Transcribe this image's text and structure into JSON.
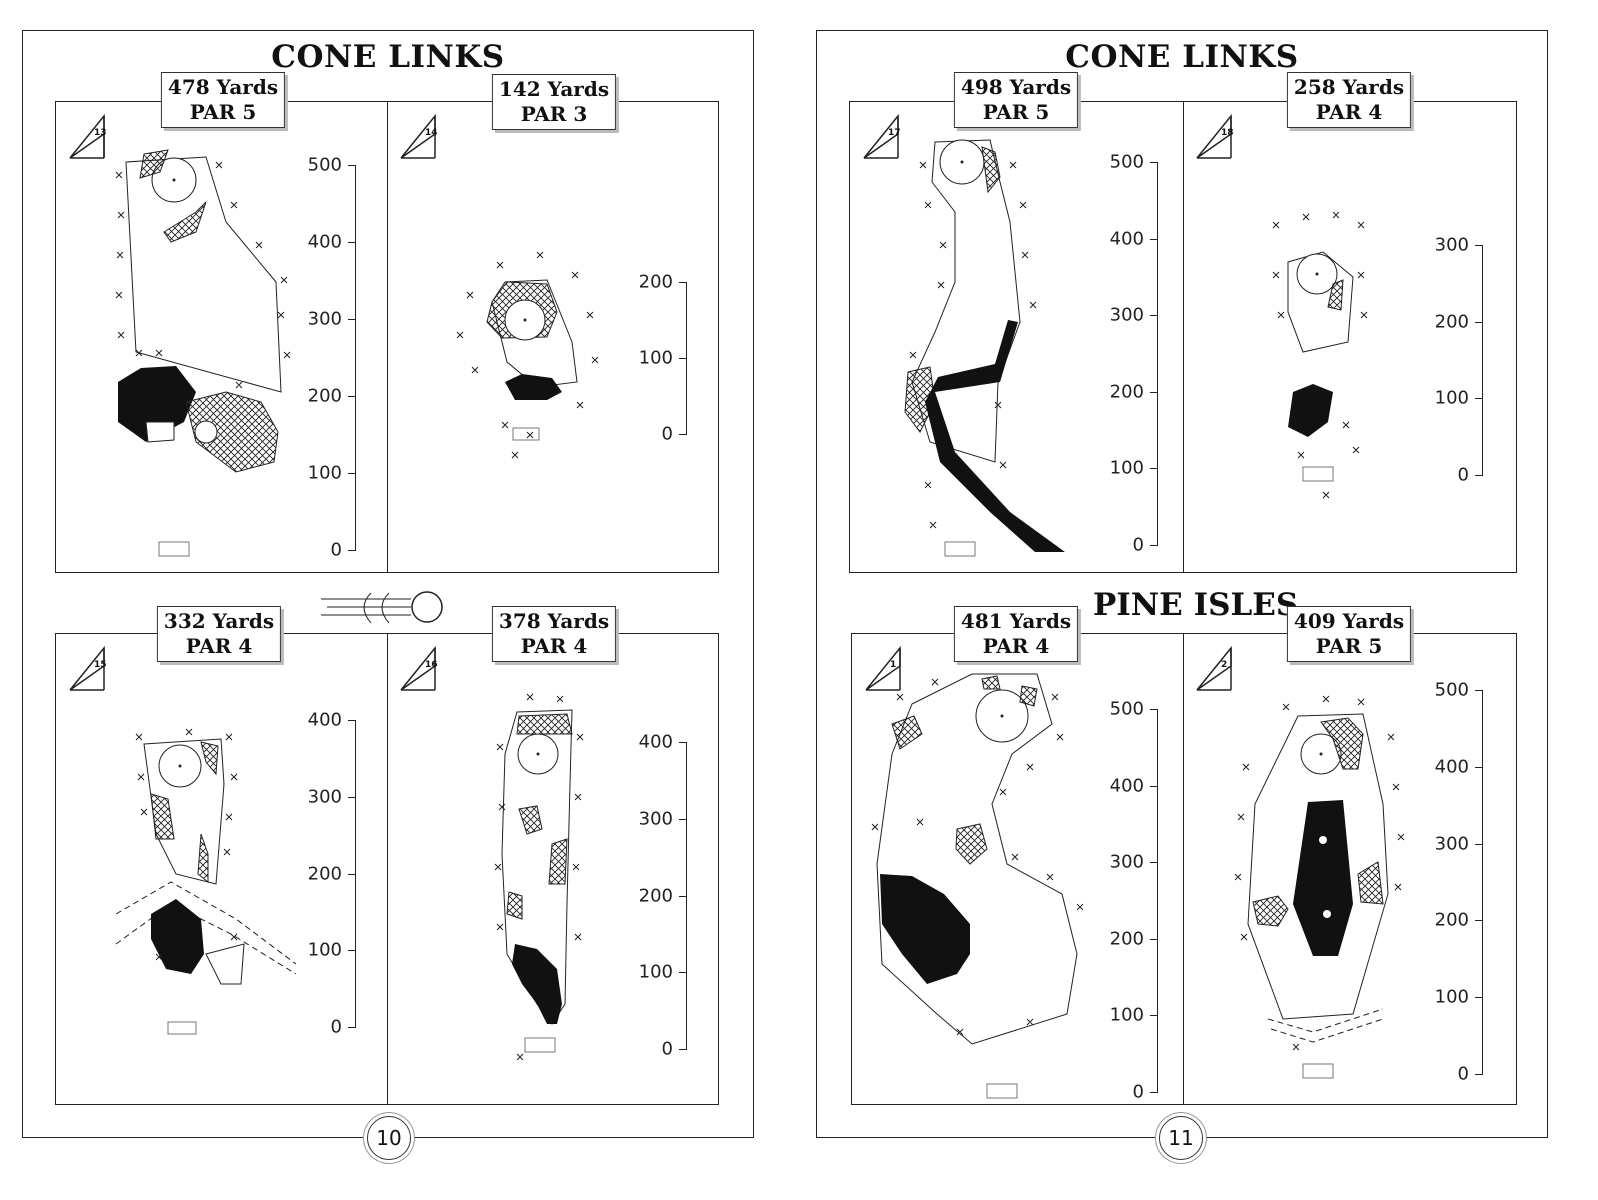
{
  "left_page": {
    "title": "CONE LINKS",
    "page_number": "10",
    "holes": [
      {
        "number": "13",
        "yards": "478 Yards",
        "par": "PAR 5",
        "scale": [
          "500",
          "400",
          "300",
          "200",
          "100",
          "0"
        ]
      },
      {
        "number": "14",
        "yards": "142 Yards",
        "par": "PAR 3",
        "scale": [
          "200",
          "100",
          "0"
        ]
      },
      {
        "number": "15",
        "yards": "332 Yards",
        "par": "PAR 4",
        "scale": [
          "400",
          "300",
          "200",
          "100",
          "0"
        ]
      },
      {
        "number": "16",
        "yards": "378 Yards",
        "par": "PAR 4",
        "scale": [
          "400",
          "300",
          "200",
          "100",
          "0"
        ]
      }
    ]
  },
  "right_page": {
    "title": "CONE LINKS",
    "section_title": "PINE ISLES",
    "page_number": "11",
    "holes": [
      {
        "number": "17",
        "yards": "498 Yards",
        "par": "PAR 5",
        "scale": [
          "500",
          "400",
          "300",
          "200",
          "100",
          "0"
        ]
      },
      {
        "number": "18",
        "yards": "258 Yards",
        "par": "PAR 4",
        "scale": [
          "300",
          "200",
          "100",
          "0"
        ]
      },
      {
        "number": "1",
        "yards": "481 Yards",
        "par": "PAR 4",
        "scale": [
          "500",
          "400",
          "300",
          "200",
          "100",
          "0"
        ]
      },
      {
        "number": "2",
        "yards": "409 Yards",
        "par": "PAR 5",
        "scale": [
          "500",
          "400",
          "300",
          "200",
          "100",
          "0"
        ]
      }
    ]
  },
  "icons": {
    "flag": "flag-icon",
    "golf_ball": "golf-ball-icon"
  }
}
